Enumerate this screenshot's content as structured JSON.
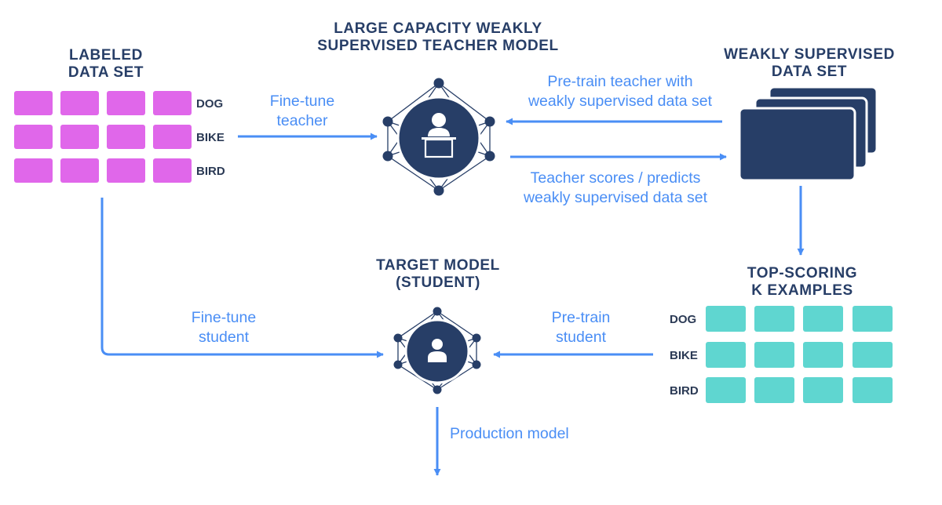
{
  "colors": {
    "navy": "#273e67",
    "arrow": "#4a8ef5",
    "labeled_cell": "#e067ea",
    "topk_cell": "#5fd6d0"
  },
  "labeled_data_set": {
    "title_line1": "LABELED",
    "title_line2": "DATA SET",
    "rows": [
      "DOG",
      "BIKE",
      "BIRD"
    ]
  },
  "teacher": {
    "title_line1": "LARGE CAPACITY WEAKLY",
    "title_line2": "SUPERVISED TEACHER MODEL",
    "icon": "teacher-icon"
  },
  "weak_data_set": {
    "title_line1": "WEAKLY SUPERVISED",
    "title_line2": "DATA SET",
    "icon": "stacked-cards-icon"
  },
  "top_k": {
    "title_line1": "TOP-SCORING",
    "title_line2": "K EXAMPLES",
    "rows": [
      "DOG",
      "BIKE",
      "BIRD"
    ]
  },
  "student": {
    "title_line1": "TARGET MODEL",
    "title_line2": "(STUDENT)",
    "icon": "student-icon"
  },
  "edges": {
    "finetune_teacher_1": "Fine-tune",
    "finetune_teacher_2": "teacher",
    "pretrain_teacher_1": "Pre-train teacher with",
    "pretrain_teacher_2": "weakly supervised data set",
    "scores_1": "Teacher scores / predicts",
    "scores_2": "weakly supervised data set",
    "finetune_student_1": "Fine-tune",
    "finetune_student_2": "student",
    "pretrain_student_1": "Pre-train",
    "pretrain_student_2": "student",
    "production": "Production model"
  }
}
